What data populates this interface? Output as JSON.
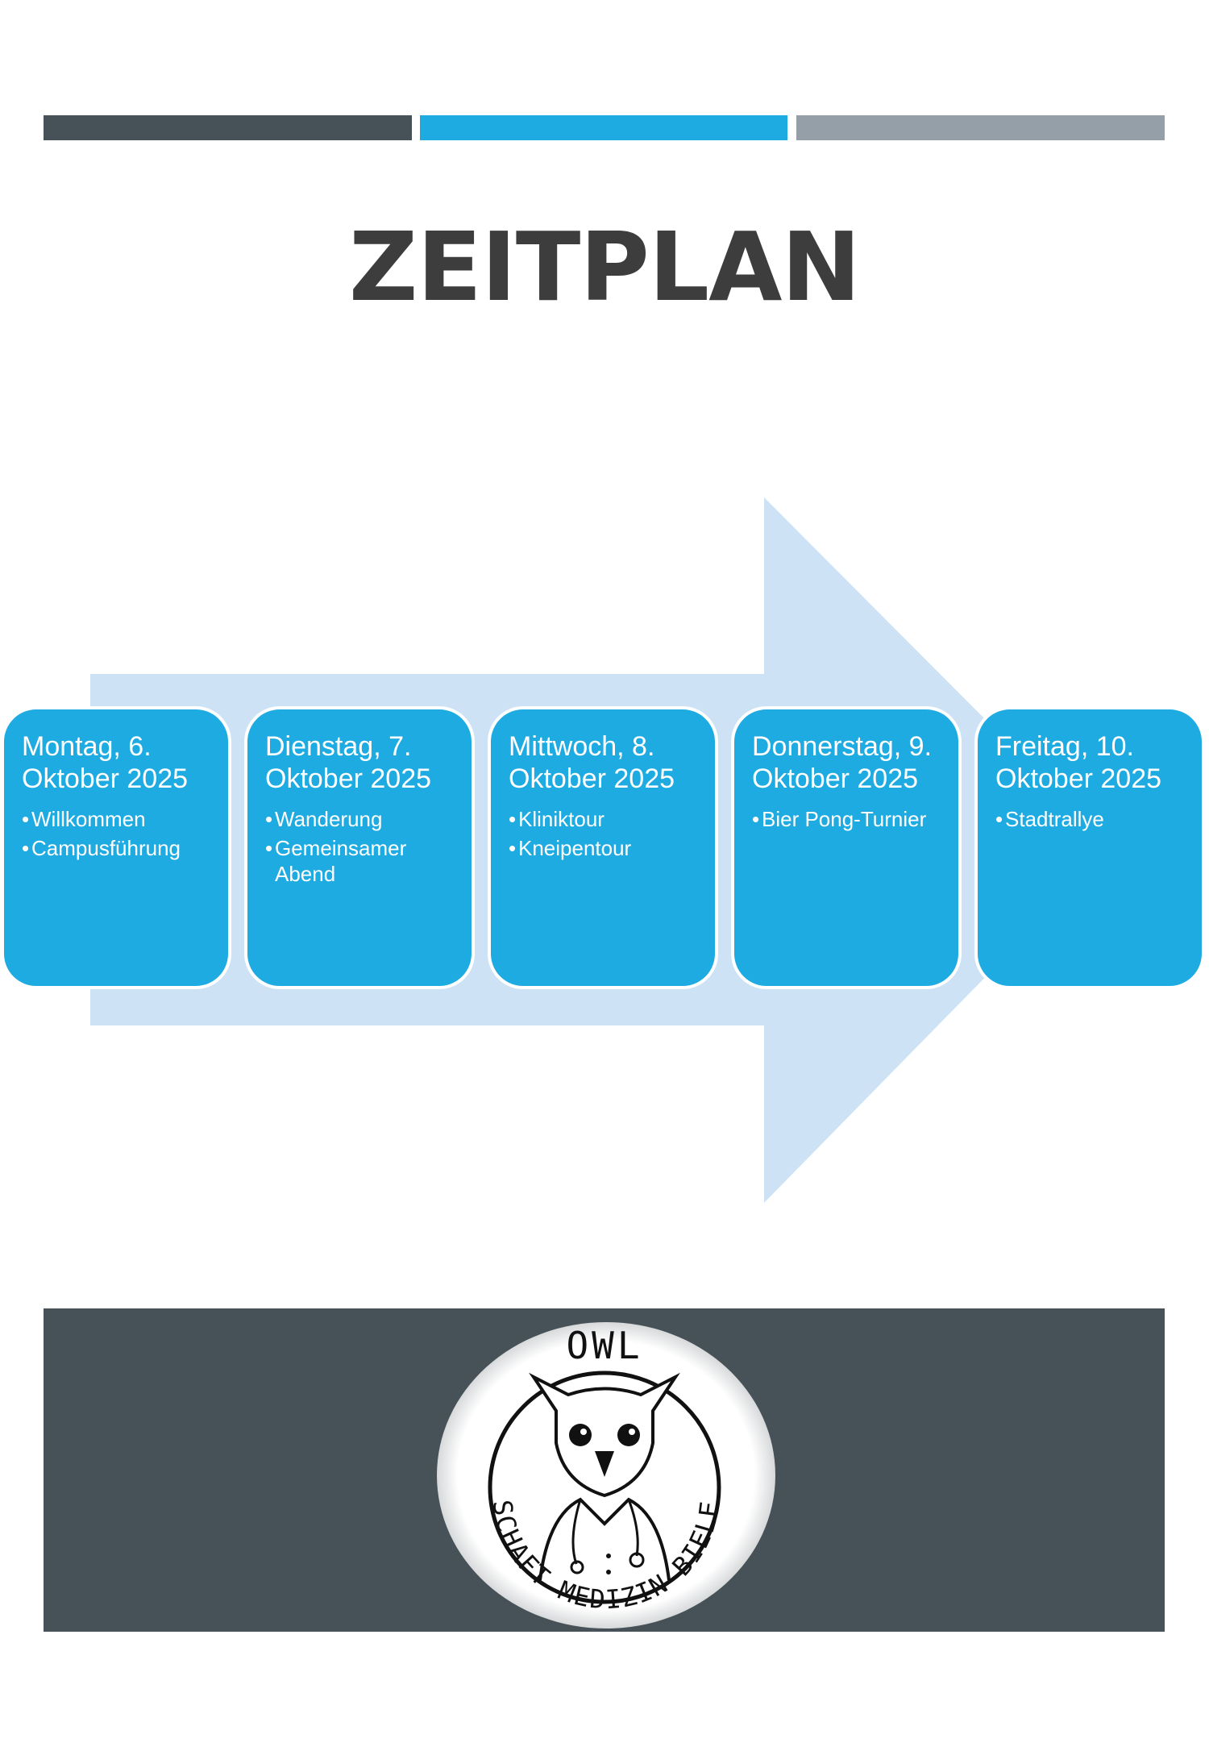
{
  "title": "ZEITPLAN",
  "colors": {
    "dark": "#465158",
    "accent": "#1dabe2",
    "grey": "#959fa8",
    "arrow": "#cde3f5"
  },
  "schedule": [
    {
      "day": "Montag, 6. Oktober 2025",
      "items": [
        "Willkommen",
        "Campusführung"
      ]
    },
    {
      "day": "Dienstag, 7. Oktober 2025",
      "items": [
        "Wanderung",
        "Gemeinsamer Abend"
      ]
    },
    {
      "day": "Mittwoch, 8. Oktober 2025",
      "items": [
        "Kliniktour",
        "Kneipentour"
      ]
    },
    {
      "day": "Donnerstag, 9. Oktober 2025",
      "items": [
        "Bier Pong-Turnier"
      ]
    },
    {
      "day": "Freitag, 10. Oktober 2025",
      "items": [
        "Stadtrallye"
      ]
    }
  ],
  "logo": {
    "top_text": "OWL",
    "ring_text": "FACHSCHAFT MEDIZIN BIELEFELD"
  }
}
